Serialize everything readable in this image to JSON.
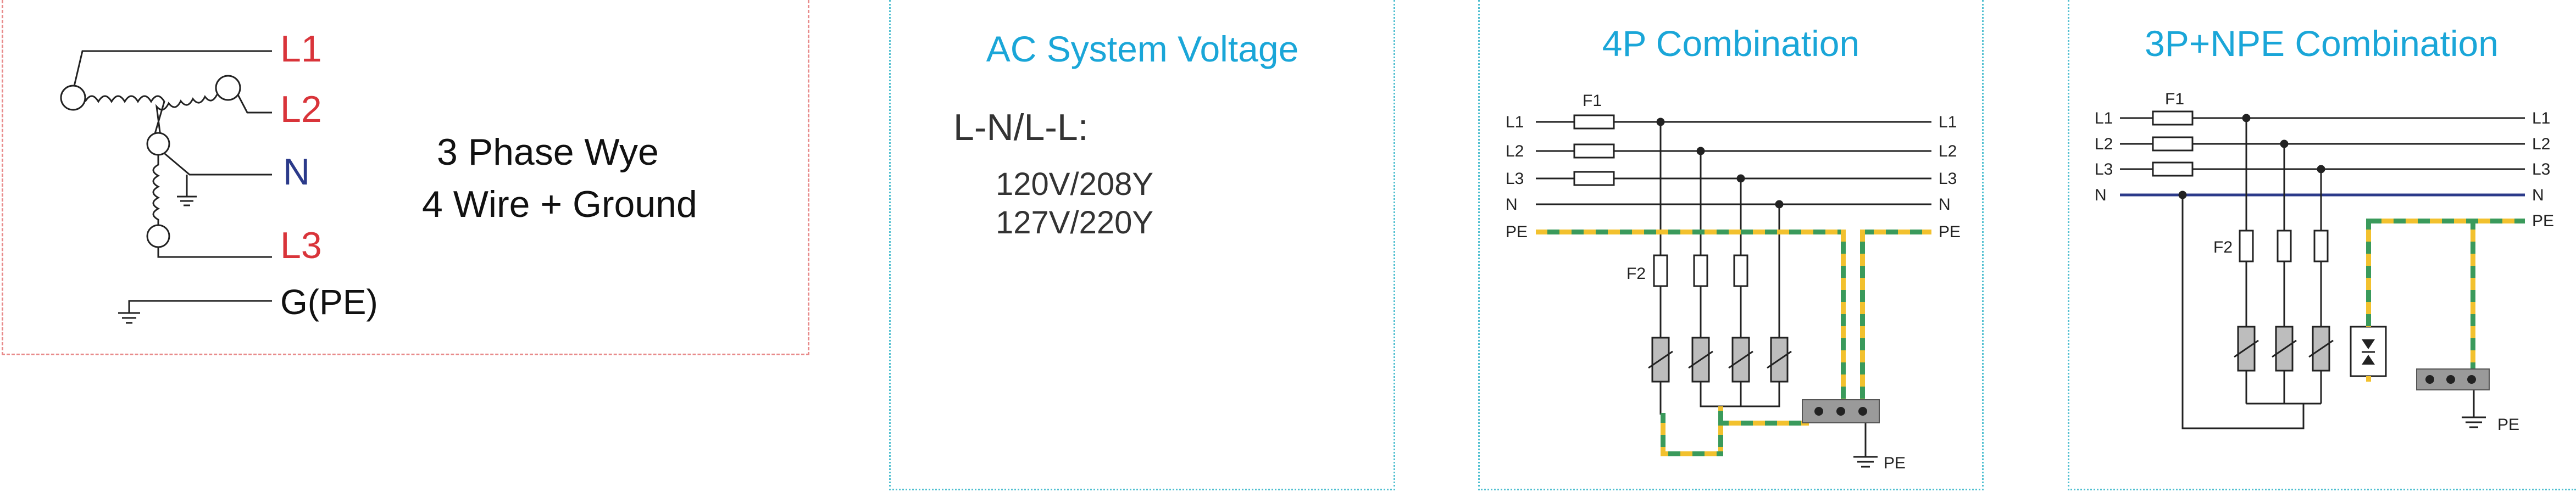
{
  "wye_panel": {
    "labels": {
      "l1": "L1",
      "l2": "L2",
      "n": "N",
      "l3": "L3",
      "g": "G(PE)"
    },
    "title_line1": "3 Phase Wye",
    "title_line2": "4 Wire + Ground",
    "colors": {
      "phase": "#d9343a",
      "neutral": "#2b3a8a",
      "text": "#111111"
    }
  },
  "voltage_panel": {
    "title": "AC System Voltage",
    "subtitle": "L-N/L-L:",
    "values": [
      "120V/208Y",
      "127V/220Y"
    ],
    "colors": {
      "title": "#1aa6d8"
    }
  },
  "combo_4p": {
    "title": "4P Combination",
    "left_labels": [
      "L1",
      "L2",
      "L3",
      "N",
      "PE"
    ],
    "right_labels": [
      "L1",
      "L2",
      "L3",
      "N",
      "PE"
    ],
    "fuse1_label": "F1",
    "fuse2_label": "F2",
    "ground_label": "PE"
  },
  "combo_3pnpe": {
    "title": "3P+NPE Combination",
    "left_labels": [
      "L1",
      "L2",
      "L3",
      "N"
    ],
    "right_labels": [
      "L1",
      "L2",
      "L3",
      "N",
      "PE"
    ],
    "fuse1_label": "F1",
    "fuse2_label": "F2",
    "ground_label": "PE"
  },
  "colors": {
    "line": "#222222",
    "neutral_line": "#2b3a8a",
    "pe_green": "#3a9a5b",
    "pe_yellow": "#f2c12e",
    "device_fill": "#bdbdbd",
    "busbar": "#9a9a9a"
  }
}
